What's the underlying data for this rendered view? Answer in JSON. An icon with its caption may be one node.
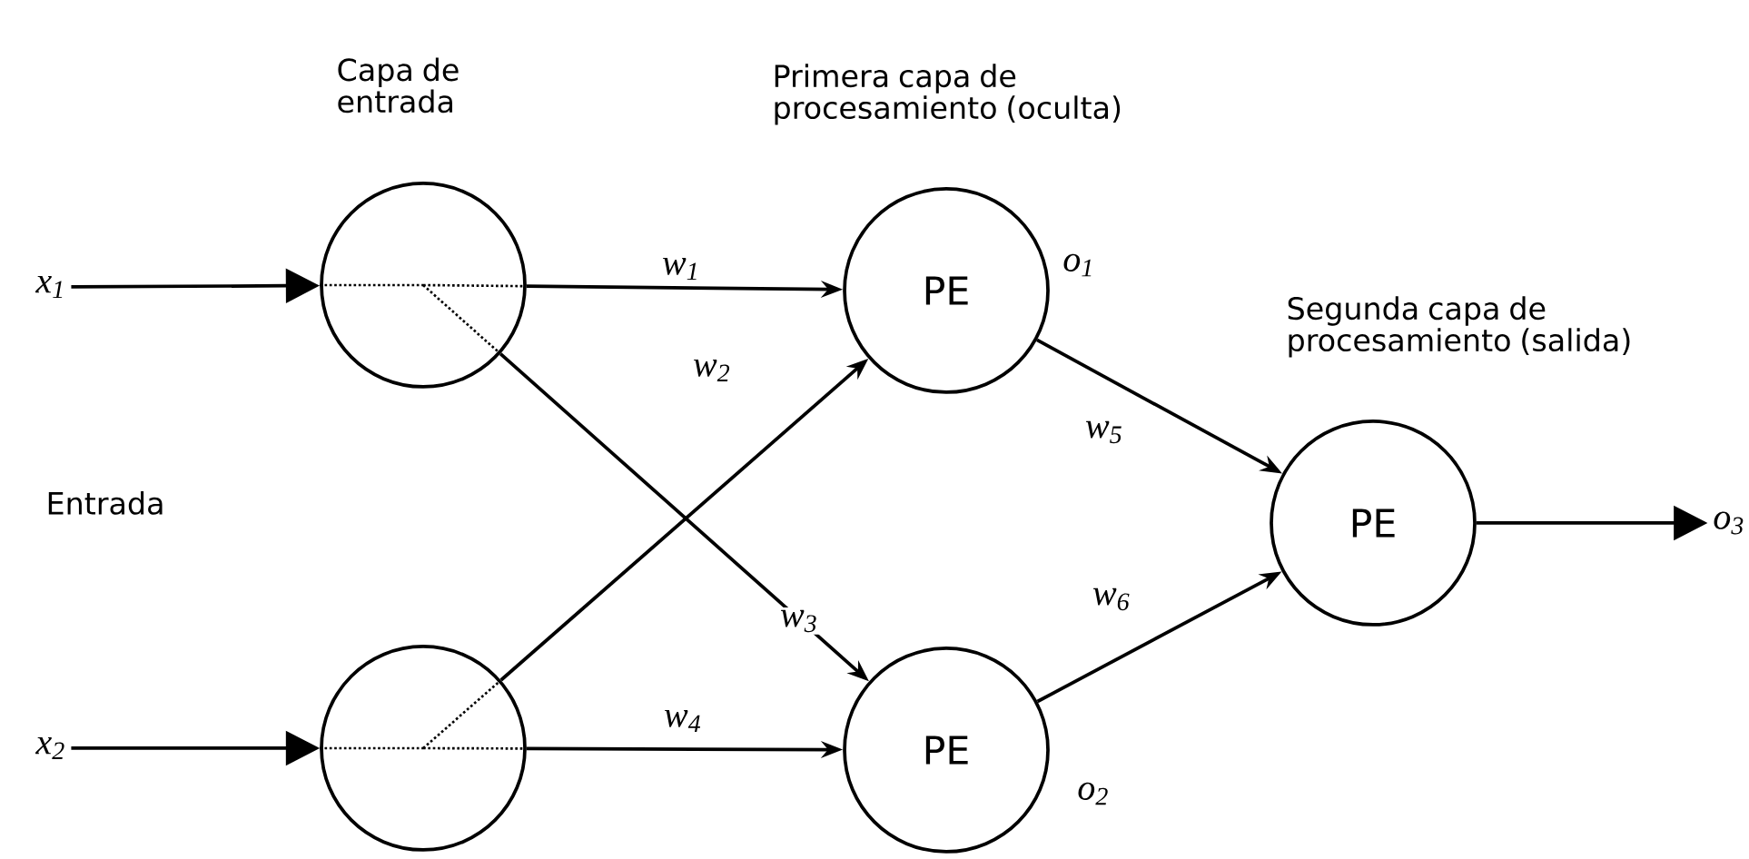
{
  "diagram": {
    "nodes": [
      {
        "text": [
          "x$_{1}$"
        ]
      },
      {
        "text": [
          "x$_{2}$"
        ]
      },
      {
        "text": [],
        "shape": "circle",
        "beside": [
          "Capa de entrada"
        ]
      },
      {
        "text": [],
        "shape": "circle"
      },
      {
        "text": [
          "PE"
        ],
        "beside": [
          "Primera capa de procesamiento (oculta)",
          "o$_{1}$"
        ]
      },
      {
        "text": [
          "PE"
        ],
        "beside": [
          "o$_{2}$"
        ]
      },
      {
        "text": [
          "PE"
        ],
        "beside": [
          "Segunda capa de procesamiento (salida)"
        ]
      },
      {
        "text": [
          "o$_{3}$"
        ]
      }
    ],
    "edges": [
      {
        "from": 0,
        "to": 2,
        "arrow": "to"
      },
      {
        "from": 1,
        "to": 3,
        "arrow": "to"
      },
      {
        "from": 2,
        "to": 4,
        "arrow": "to",
        "label": "w$_{1}$"
      },
      {
        "from": 3,
        "to": 4,
        "arrow": "to",
        "label": "w$_{2}$"
      },
      {
        "from": 2,
        "to": 5,
        "arrow": "to",
        "label": "w$_{3}$"
      },
      {
        "from": 3,
        "to": 5,
        "arrow": "to",
        "label": "w$_{4}$"
      },
      {
        "from": 4,
        "to": 6,
        "arrow": "to",
        "label": "w$_{5}$"
      },
      {
        "from": 5,
        "to": 6,
        "arrow": "to",
        "label": "w$_{6}$"
      },
      {
        "from": 6,
        "to": 7,
        "arrow": "to"
      }
    ],
    "labels": [
      "Entrada"
    ]
  }
}
